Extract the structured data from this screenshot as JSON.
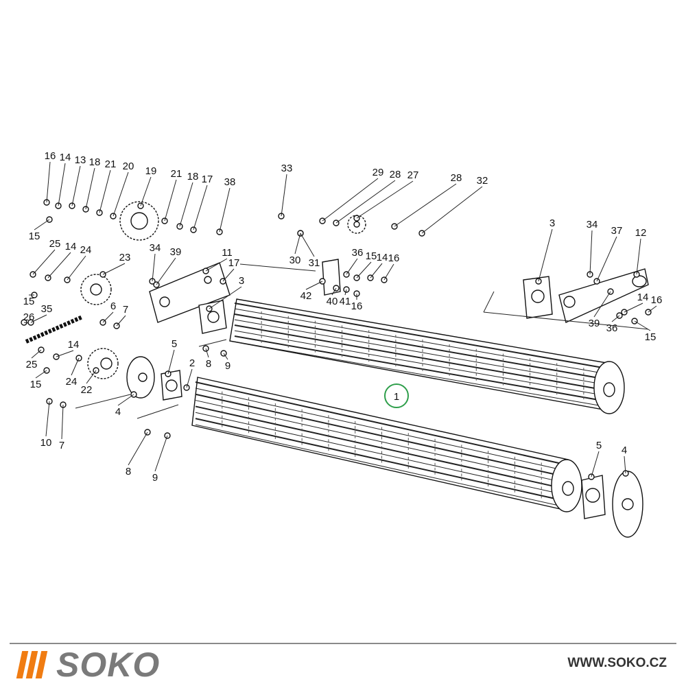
{
  "diagram": {
    "callouts": [
      "16",
      "14",
      "13",
      "18",
      "21",
      "20",
      "19",
      "21",
      "18",
      "17",
      "38",
      "15",
      "25",
      "14",
      "24",
      "23",
      "34",
      "39",
      "11",
      "17",
      "3",
      "15",
      "35",
      "26",
      "6",
      "7",
      "14",
      "25",
      "24",
      "15",
      "22",
      "5",
      "2",
      "8",
      "9",
      "4",
      "10",
      "7",
      "8",
      "9",
      "33",
      "29",
      "28",
      "27",
      "28",
      "32",
      "30",
      "31",
      "36",
      "15",
      "14",
      "16",
      "42",
      "40",
      "41",
      "16",
      "3",
      "34",
      "37",
      "12",
      "14",
      "16",
      "39",
      "36",
      "15",
      "5",
      "4"
    ],
    "highlighted_callout": "1",
    "highlight_color": "#2e9e4a"
  },
  "footer": {
    "brand": "SOKO",
    "url": "WWW.SOKO.CZ",
    "brand_gray": "#7a7a7a",
    "brand_orange": "#f07c12"
  }
}
